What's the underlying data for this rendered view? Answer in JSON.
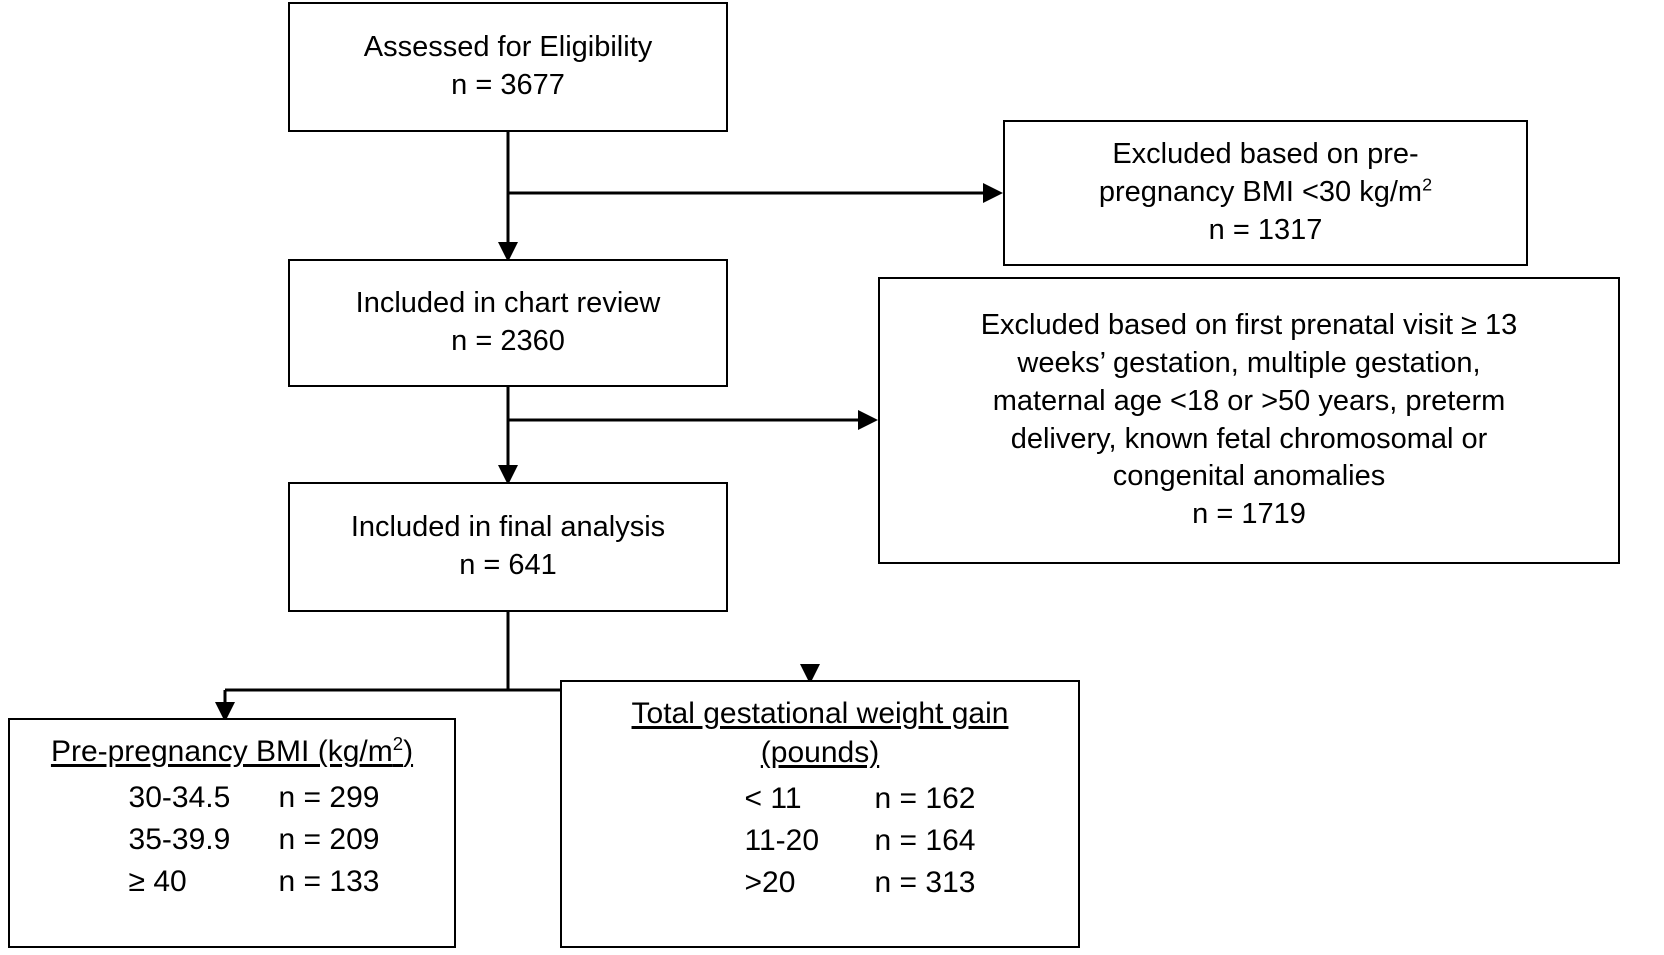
{
  "diagram": {
    "title": "CONSORT-style participant flow diagram",
    "line_color": "#000000",
    "background_color": "#ffffff",
    "text_color": "#000000"
  },
  "nodes": {
    "assessed": {
      "label": "Assessed for Eligibility",
      "count_label": "n = 3677",
      "n": 3677
    },
    "excluded_bmi": {
      "line1": "Excluded based on pre-",
      "line2_before_sup": "pregnancy BMI <30 kg/m",
      "line2_sup": "2",
      "count_label": "n = 1317",
      "n": 1317
    },
    "chart_review": {
      "label": "Included in chart review",
      "count_label": "n = 2360",
      "n": 2360
    },
    "excluded_criteria": {
      "line1": "Excluded based on first prenatal visit ≥ 13",
      "line2": "weeks’ gestation, multiple gestation,",
      "line3": "maternal age <18 or >50 years, preterm",
      "line4": "delivery, known fetal chromosomal or",
      "line5": "congenital anomalies",
      "count_label": "n = 1719",
      "n": 1719
    },
    "final_analysis": {
      "label": "Included in final analysis",
      "count_label": "n = 641",
      "n": 641
    },
    "bmi_groups": {
      "title_before_sup": "Pre-pregnancy BMI (kg/m",
      "title_sup": "2",
      "title_after_sup": ")",
      "rows": [
        {
          "label": "30-34.5",
          "value": "n = 299",
          "n": 299
        },
        {
          "label": "35-39.9",
          "value": "n = 209",
          "n": 209
        },
        {
          "label": "≥ 40",
          "value": "n = 133",
          "n": 133
        }
      ]
    },
    "gwg_groups": {
      "title_line1": "Total gestational weight gain",
      "title_line2": "(pounds)",
      "rows": [
        {
          "label": "< 11",
          "value": "n = 162",
          "n": 162
        },
        {
          "label": "11-20",
          "value": "n = 164",
          "n": 164
        },
        {
          "label": ">20",
          "value": "n = 313",
          "n": 313
        }
      ]
    }
  }
}
